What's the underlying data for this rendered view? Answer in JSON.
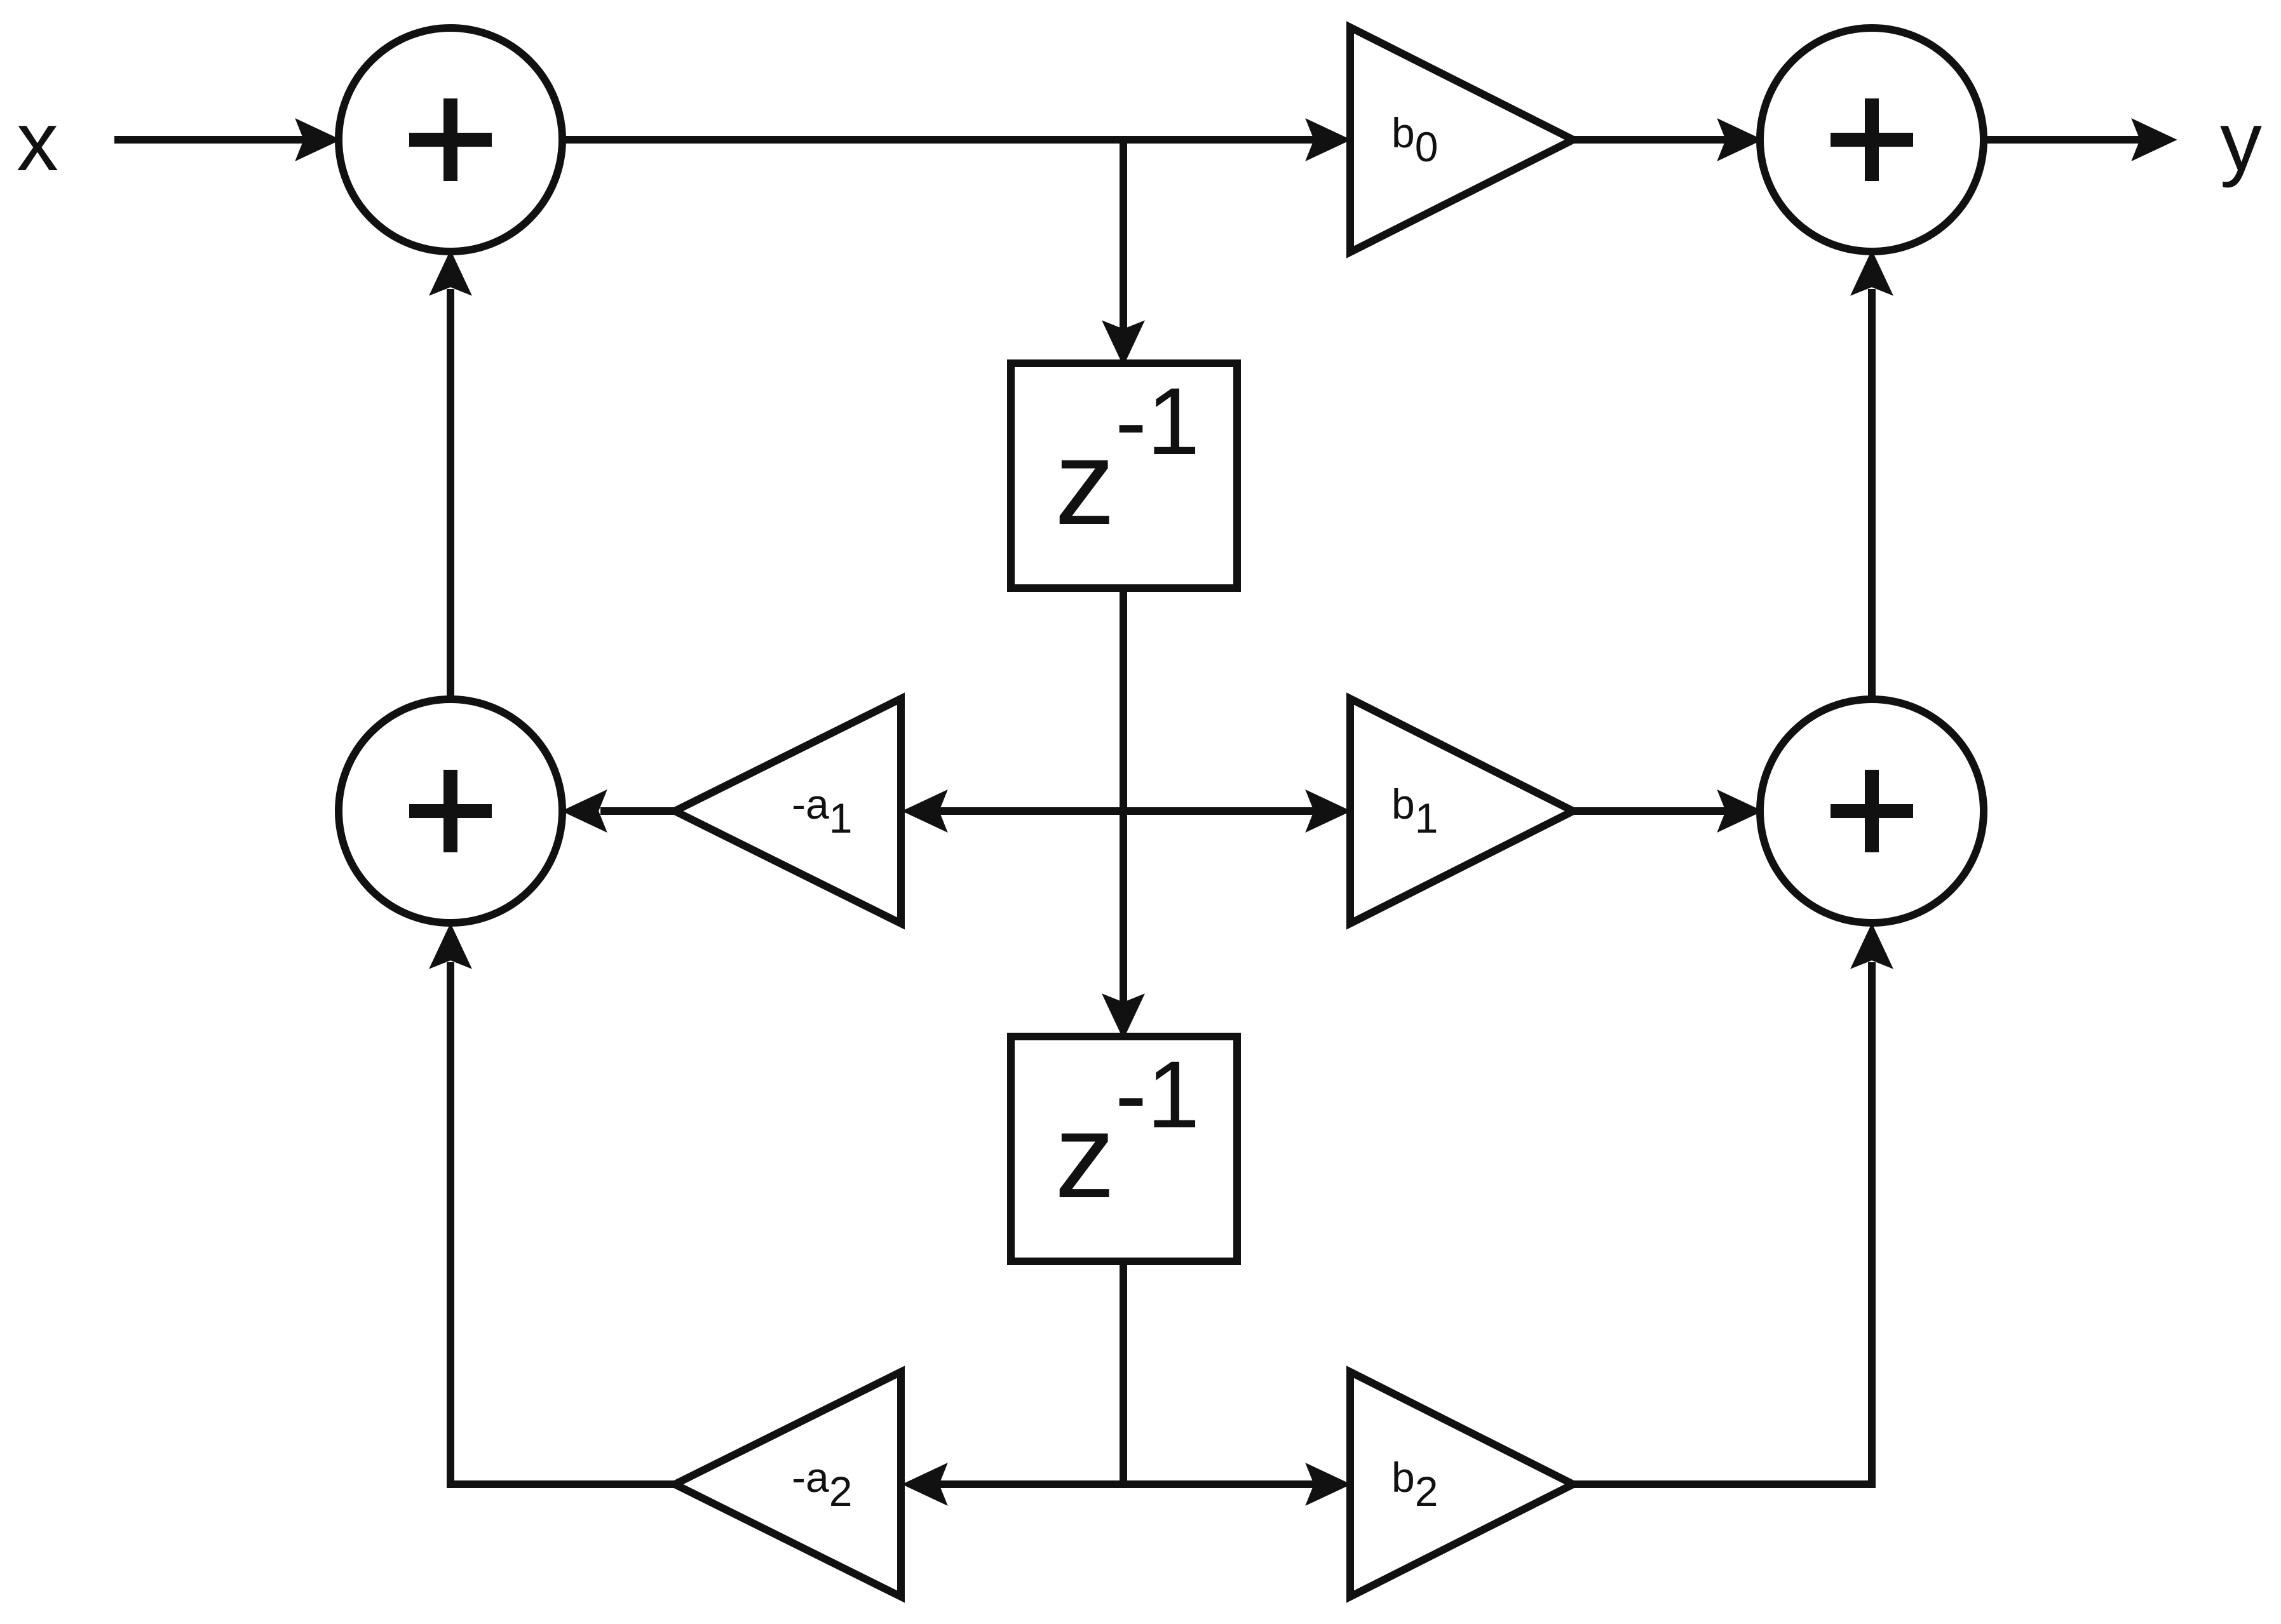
{
  "input_label": "x",
  "output_label": "y",
  "adders": [
    {
      "id": "adder-input",
      "symbol": "+"
    },
    {
      "id": "adder-output",
      "symbol": "+"
    },
    {
      "id": "adder-feedback-1",
      "symbol": "+"
    },
    {
      "id": "adder-feedforward-1",
      "symbol": "+"
    }
  ],
  "delays": [
    {
      "id": "delay-1",
      "base": "z",
      "exponent": "-1"
    },
    {
      "id": "delay-2",
      "base": "z",
      "exponent": "-1"
    }
  ],
  "gains": {
    "b0": {
      "base": "b",
      "sub": "0"
    },
    "b1": {
      "base": "b",
      "sub": "1"
    },
    "b2": {
      "base": "b",
      "sub": "2"
    },
    "a1": {
      "base": "-a",
      "sub": "1"
    },
    "a2": {
      "base": "-a",
      "sub": "2"
    }
  },
  "colors": {
    "stroke": "#111111",
    "background": "#ffffff"
  }
}
